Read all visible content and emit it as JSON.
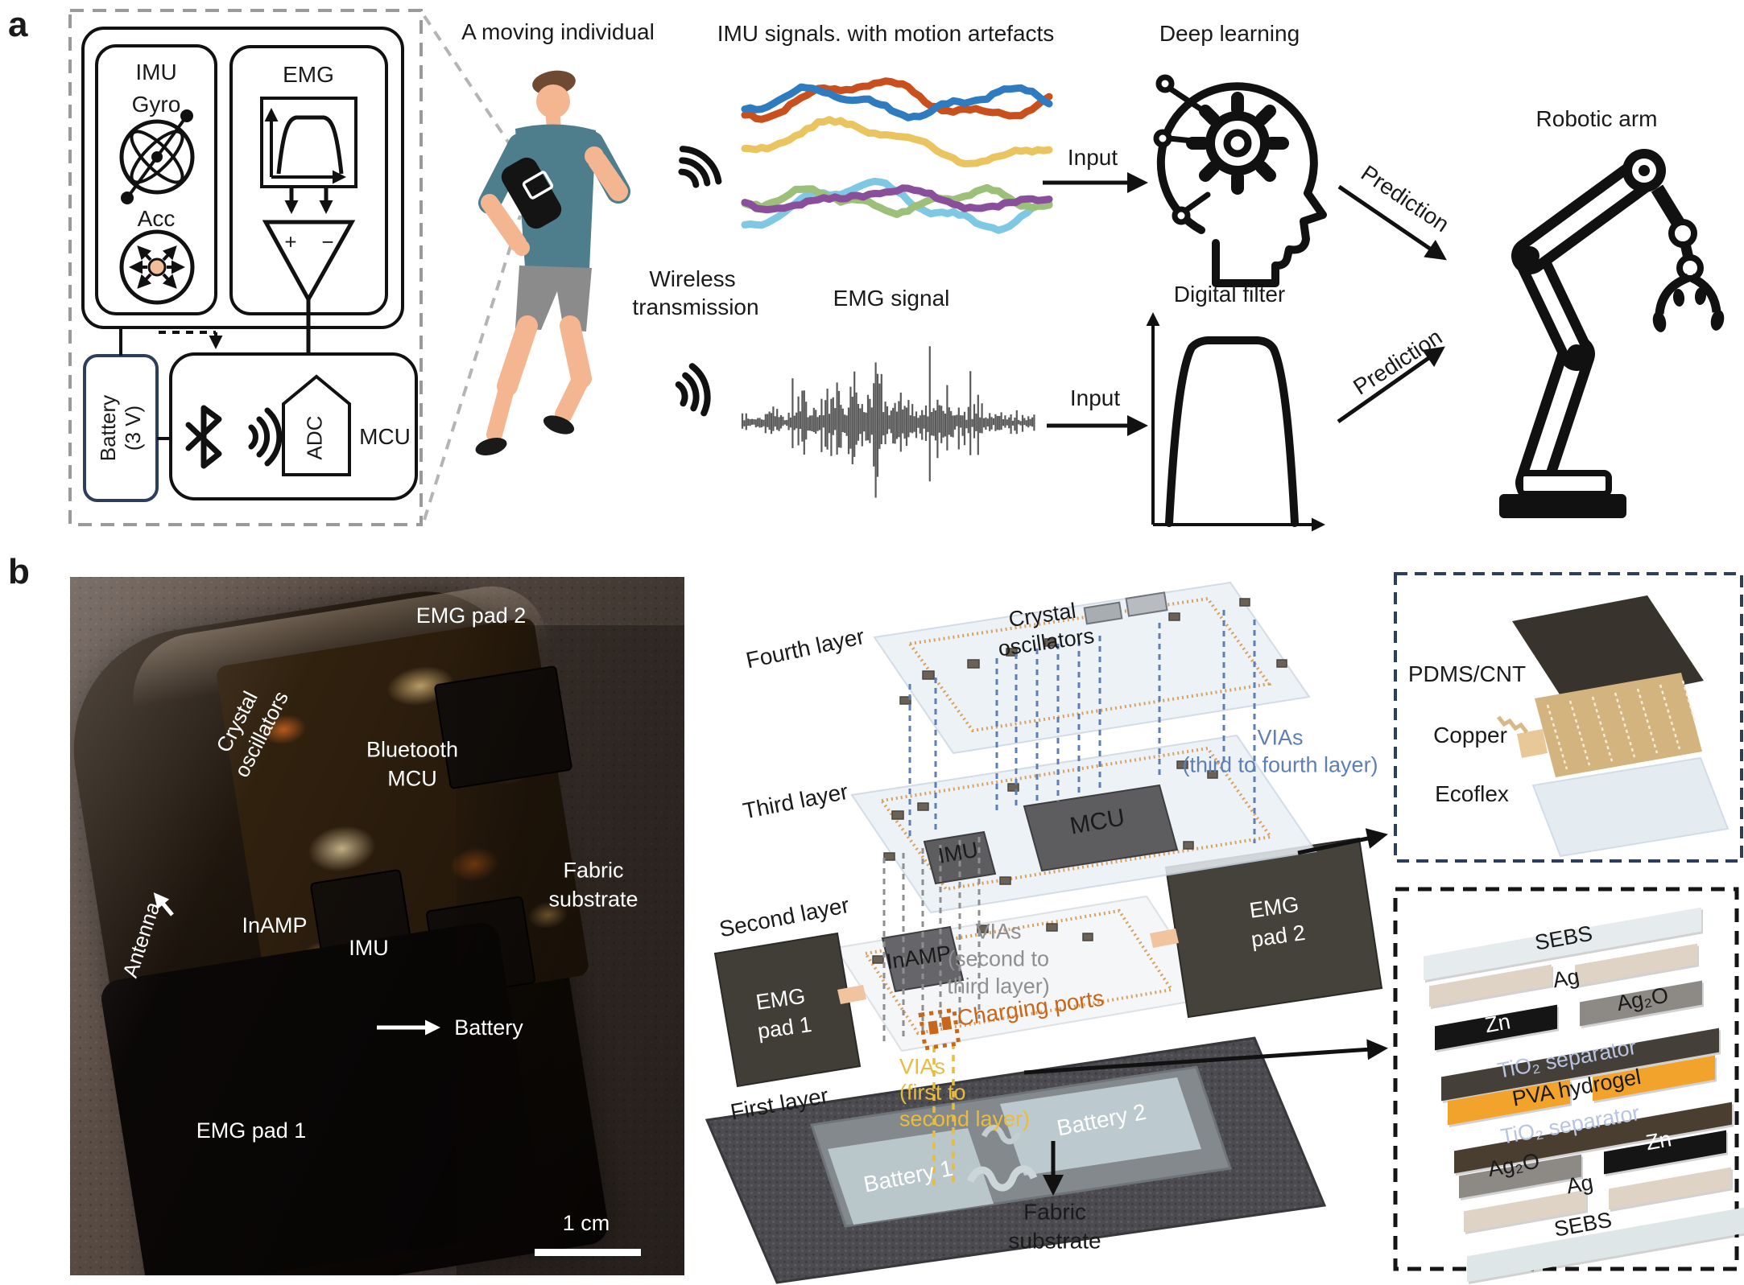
{
  "panel_a": {
    "label": "a",
    "circuit": {
      "imu": "IMU",
      "gyro": "Gyro",
      "acc": "Acc",
      "emg": "EMG",
      "opamp_plus": "+",
      "opamp_minus": "−",
      "battery_line1": "Battery",
      "battery_line2": "(3 V)",
      "adc": "ADC",
      "mcu": "MCU"
    },
    "moving_individual": "A moving individual",
    "wireless_line1": "Wireless",
    "wireless_line2": "transmission",
    "imu_signals_title": "IMU signals. with motion artefacts",
    "emg_signal_title": "EMG signal",
    "input_top": "Input",
    "input_bottom": "Input",
    "deep_learning_title": "Deep learning",
    "digital_filter_title": "Digital filter",
    "prediction_top": "Prediction",
    "prediction_bottom": "Prediction",
    "robotic_arm_title": "Robotic arm",
    "colors": {
      "imu_signals": [
        "#2e7bbf",
        "#c94f1d",
        "#e9c45f",
        "#7ec8e3",
        "#9cbf7a",
        "#8a4f9b"
      ],
      "emg_signal": "#5a5a5a"
    }
  },
  "panel_b": {
    "label": "b",
    "photo": {
      "emg_pad_2": "EMG pad 2",
      "crystal_line1": "Crystal",
      "crystal_line2": "oscillators",
      "bluetooth_line1": "Bluetooth",
      "bluetooth_line2": "MCU",
      "fabric_line1": "Fabric",
      "fabric_line2": "substrate",
      "antenna": "Antenna",
      "inamp": "InAMP",
      "imu": "IMU",
      "battery": "Battery",
      "emg_pad_1": "EMG pad 1",
      "scale_bar": "1 cm"
    },
    "exploded": {
      "fourth_layer": "Fourth layer",
      "third_layer": "Third layer",
      "second_layer": "Second layer",
      "first_layer": "First layer",
      "crystal_line1": "Crystal",
      "crystal_line2": "oscillators",
      "mcu": "MCU",
      "imu": "IMU",
      "inamp": "InAMP",
      "vias34_line1": "VIAs",
      "vias34_line2": "(third to fourth layer)",
      "vias23_line1": "VIAs",
      "vias23_line2": "(second to",
      "vias23_line3": "third layer)",
      "charging_ports": "Charging ports",
      "emg_pad2_line1": "EMG",
      "emg_pad2_line2": "pad 2",
      "emg_pad1_line1": "EMG",
      "emg_pad1_line2": "pad 1",
      "vias12_line1": "VIAs",
      "vias12_line2": "(first to",
      "vias12_line3": "second layer)",
      "battery_1": "Battery 1",
      "battery_2": "Battery 2",
      "fabric_line1": "Fabric",
      "fabric_line2": "substrate",
      "colors": {
        "vias34": "#5f7fb2",
        "vias23": "#8f8f8f",
        "vias12": "#e8bc3e",
        "charging_ports": "#c8661a"
      }
    },
    "inset_top": {
      "pdms_cnt": "PDMS/CNT",
      "copper": "Copper",
      "ecoflex": "Ecoflex"
    },
    "inset_bottom": {
      "layers": [
        {
          "label": "SEBS",
          "color": "#e6ebee",
          "text": "#1a1a1a"
        },
        {
          "label": "Ag",
          "color": "#ded3c5",
          "text": "#1a1a1a"
        },
        {
          "label": "Zn",
          "color": "#151515",
          "text": "#ffffff"
        },
        {
          "label": "Ag₂O",
          "color": "#8d8a86",
          "text": "#1a1a1a"
        },
        {
          "label": "TiO₂ separator",
          "color": "#453f3a",
          "text": "#b9c5e0"
        },
        {
          "label": "PVA hydrogel",
          "color": "#f2a32b",
          "text": "#1a1a1a"
        },
        {
          "label": "TiO₂ separator",
          "color": "#4a3e31",
          "text": "#b9c5e0"
        },
        {
          "label": "Ag₂O",
          "color": "#8d8a86",
          "text": "#1a1a1a"
        },
        {
          "label": "Zn",
          "color": "#151515",
          "text": "#ffffff"
        },
        {
          "label": "Ag",
          "color": "#ded3c5",
          "text": "#1a1a1a"
        },
        {
          "label": "SEBS",
          "color": "#dfe6e8",
          "text": "#1a1a1a"
        }
      ]
    }
  }
}
